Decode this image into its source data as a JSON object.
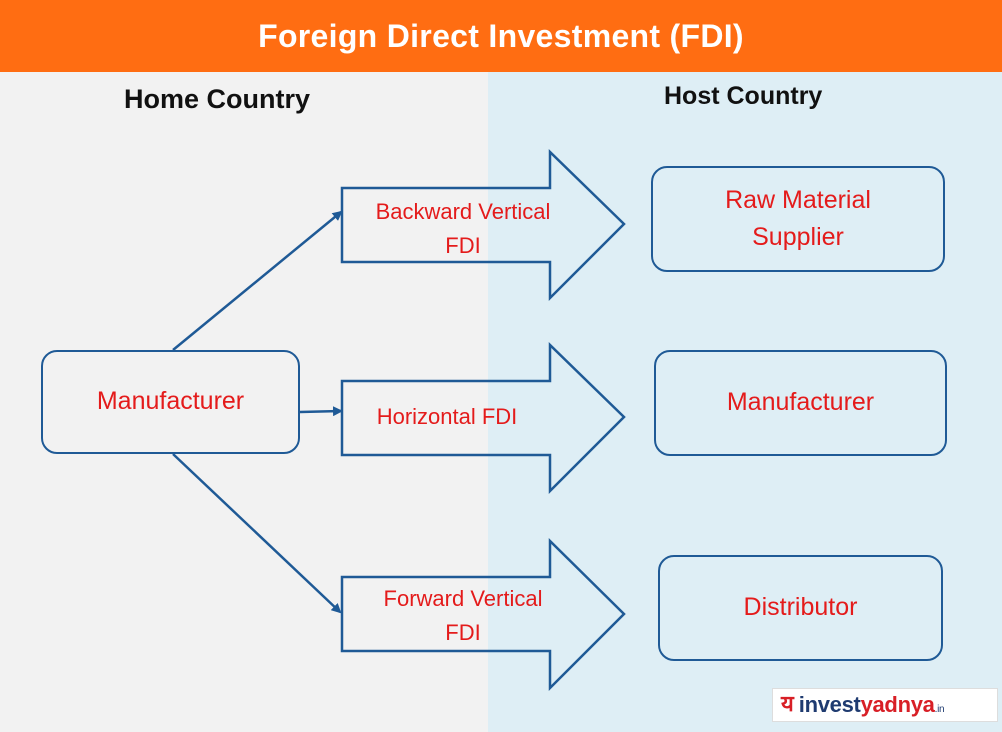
{
  "title": "Foreign Direct Investment (FDI)",
  "home_heading": "Home Country",
  "host_heading": "Host Country",
  "source_node": {
    "label": "Manufacturer"
  },
  "flows": [
    {
      "label_line1": "Backward Vertical",
      "label_line2": "FDI"
    },
    {
      "label_line1": "Horizontal FDI",
      "label_line2": ""
    },
    {
      "label_line1": "Forward Vertical",
      "label_line2": "FDI"
    }
  ],
  "targets": [
    {
      "line1": "Raw Material",
      "line2": "Supplier"
    },
    {
      "line1": "Manufacturer",
      "line2": ""
    },
    {
      "line1": "Distributor",
      "line2": ""
    }
  ],
  "logo": {
    "mark": "य",
    "text_main": "invest",
    "text_accent": "yadnya",
    "text_tld": ".in"
  },
  "colors": {
    "header_bg": "#ff6d12",
    "home_bg": "#f2f2f2",
    "host_bg": "#deeef5",
    "outline": "#1f5a96",
    "label_text": "#e41b1b"
  }
}
